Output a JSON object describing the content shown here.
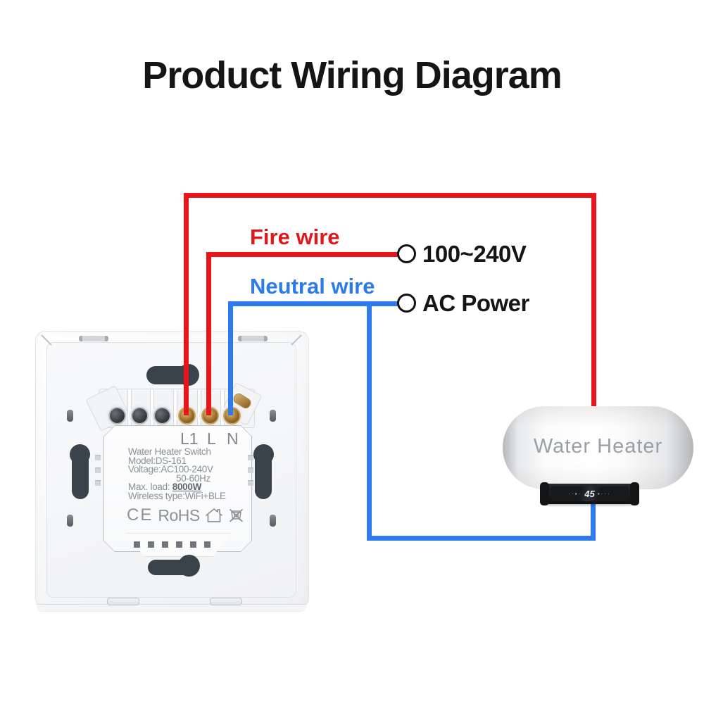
{
  "title": "Product Wiring Diagram",
  "labels": {
    "fire_wire": "Fire wire",
    "neutral_wire": "Neutral wire",
    "voltage": "100~240V",
    "ac_power": "AC Power"
  },
  "switch": {
    "terminals": [
      "L1",
      "L",
      "N"
    ],
    "name_line": "Water Heater Switch",
    "model_line": "Model:DS-161",
    "voltage_line": "Voltage:AC100-240V",
    "freq_line": "50-60Hz",
    "max_load_label": "Max. load:",
    "max_load_value": "8000W",
    "wireless_line": "Wireless type:WiFi+BLE",
    "cert_ce": "CE",
    "cert_rohs": "RoHS"
  },
  "water_heater": {
    "label": "Water Heater",
    "display_value": "45"
  },
  "colors": {
    "fire": "#e8161a",
    "neutral": "#2e7bf0",
    "fire_text": "#e2171b",
    "neutral_text": "#2b7ce9",
    "title_text": "#151515",
    "circle_stroke": "#111111",
    "heater_label": "#9aa0a5",
    "module_text": "#8b9197",
    "slot_dark": "#3a434c",
    "brass": "#b07d33"
  }
}
